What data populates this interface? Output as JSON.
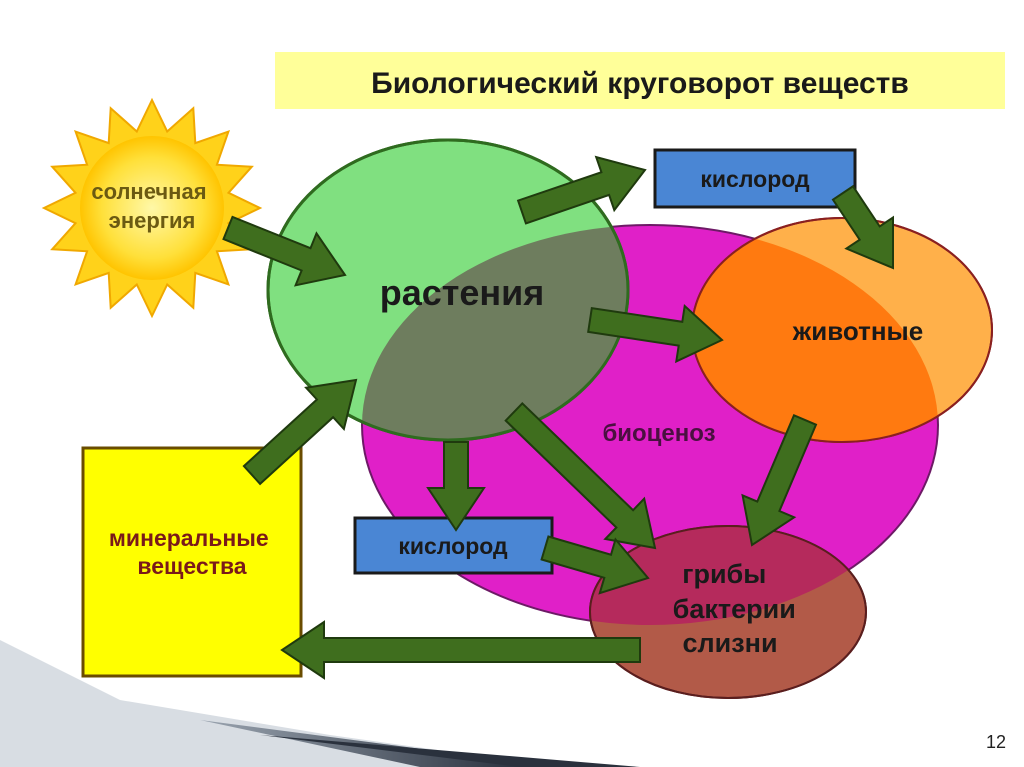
{
  "title": "Биологический круговорот веществ",
  "nodes": {
    "sun": {
      "lines": [
        "солнечная",
        "энергия"
      ]
    },
    "plants": {
      "label": "растения"
    },
    "oxygen_top": {
      "label": "кислород"
    },
    "animals": {
      "label": "животные"
    },
    "biocenosis": {
      "label": "биоценоз"
    },
    "minerals": {
      "lines": [
        "минеральные",
        "вещества"
      ]
    },
    "oxygen_bottom": {
      "label": "кислород"
    },
    "decomposers": {
      "lines": [
        "грибы",
        "бактерии",
        "слизни"
      ]
    }
  },
  "edges": [
    {
      "from": "солнечная энергия",
      "to": "растения"
    },
    {
      "from": "растения",
      "to": "кислород"
    },
    {
      "from": "кислород",
      "to": "животные"
    },
    {
      "from": "растения",
      "to": "животные"
    },
    {
      "from": "минеральные вещества",
      "to": "растения"
    },
    {
      "from": "растения",
      "to": "кислород"
    },
    {
      "from": "растения",
      "to": "грибы бактерии слизни"
    },
    {
      "from": "животные",
      "to": "грибы бактерии слизни"
    },
    {
      "from": "кислород",
      "to": "грибы бактерии слизни"
    },
    {
      "from": "грибы бактерии слизни",
      "to": "минеральные вещества"
    }
  ],
  "page_number": "12",
  "colors": {
    "title_bg": "#ffff99",
    "sun": "#ffd21a",
    "sun_core": "#fff07a",
    "plants": "#7ee07e",
    "biocenosis": "#e020c8",
    "animals": "#ff8a00",
    "minerals": "#ffff00",
    "oxygen_box": "#4a86d4",
    "decomposers": "#b0504a",
    "arrow": "#3f6e1e"
  }
}
